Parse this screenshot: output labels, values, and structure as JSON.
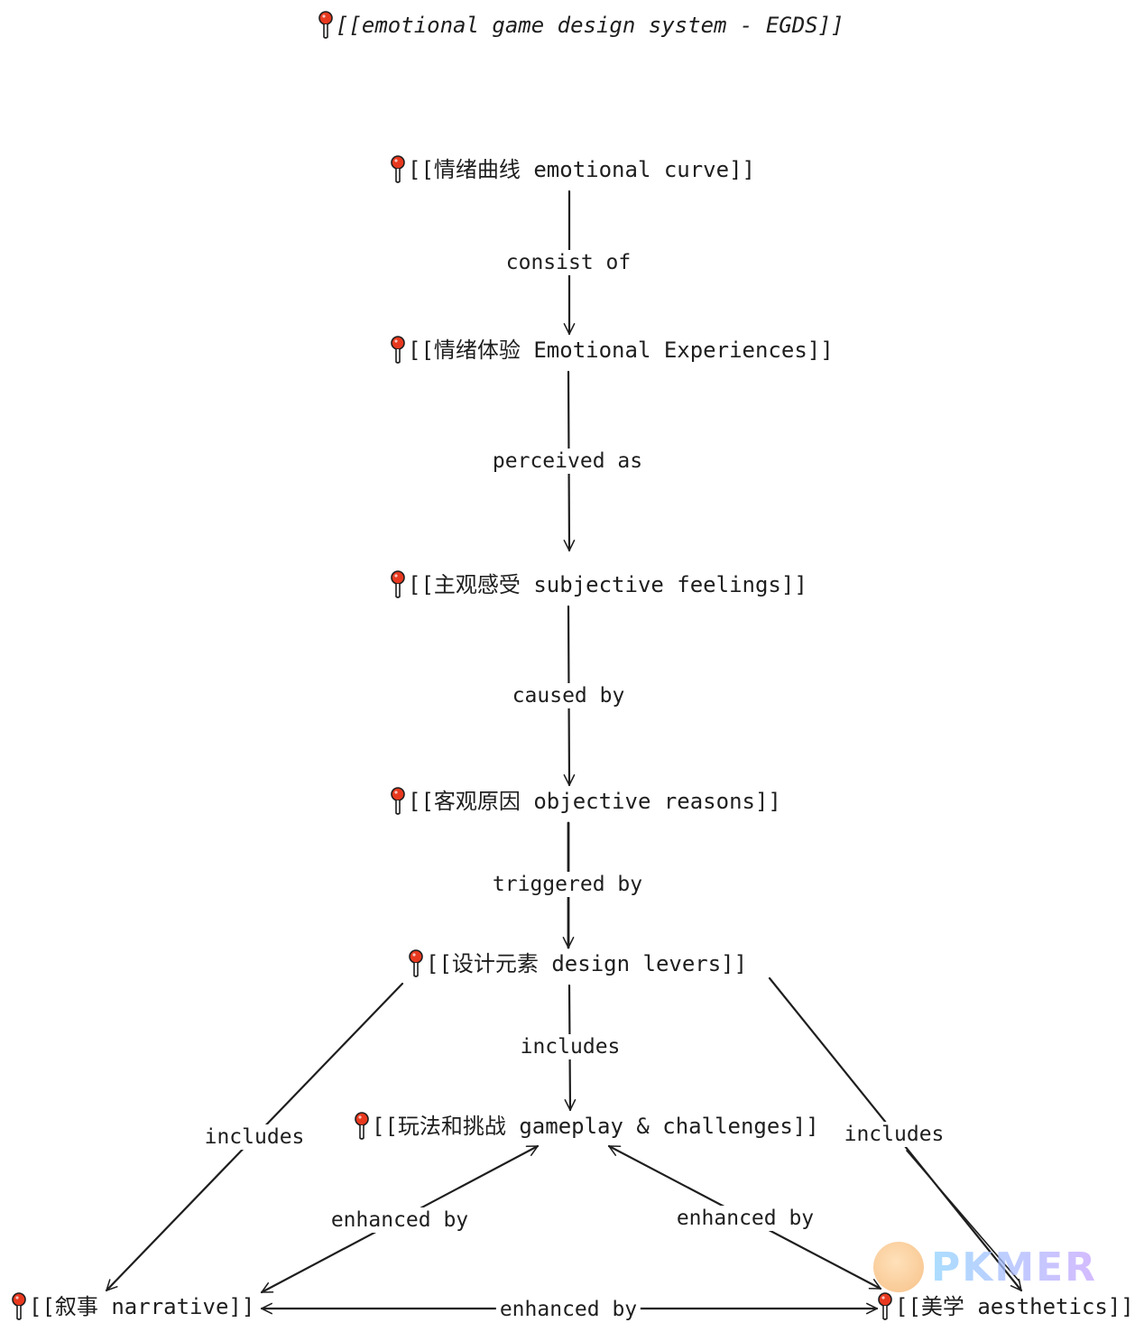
{
  "diagram": {
    "nodes": {
      "egds": "[[emotional game design system - EGDS]]",
      "curve": "[[情绪曲线 emotional curve]]",
      "experiences": "[[情绪体验 Emotional Experiences]]",
      "feelings": "[[主观感受 subjective feelings]]",
      "reasons": "[[客观原因 objective reasons]]",
      "levers": "[[设计元素 design levers]]",
      "gameplay": "[[玩法和挑战 gameplay & challenges]]",
      "narrative": "[[叙事 narrative]]",
      "aesthetics": "[[美学 aesthetics]]"
    },
    "edges": {
      "consist_of": "consist of",
      "perceived_as": "perceived as",
      "caused_by": "caused by",
      "triggered_by": "triggered by",
      "includes_center": "includes",
      "includes_left": "includes",
      "includes_right": "includes",
      "enhanced_left": "enhanced by",
      "enhanced_right": "enhanced by",
      "enhanced_bottom": "enhanced by"
    },
    "pin_icon": "pushpin-icon",
    "pin_color": "#e8391f",
    "stroke_color": "#1e1e1e"
  },
  "watermark": {
    "text": "PKMER"
  }
}
